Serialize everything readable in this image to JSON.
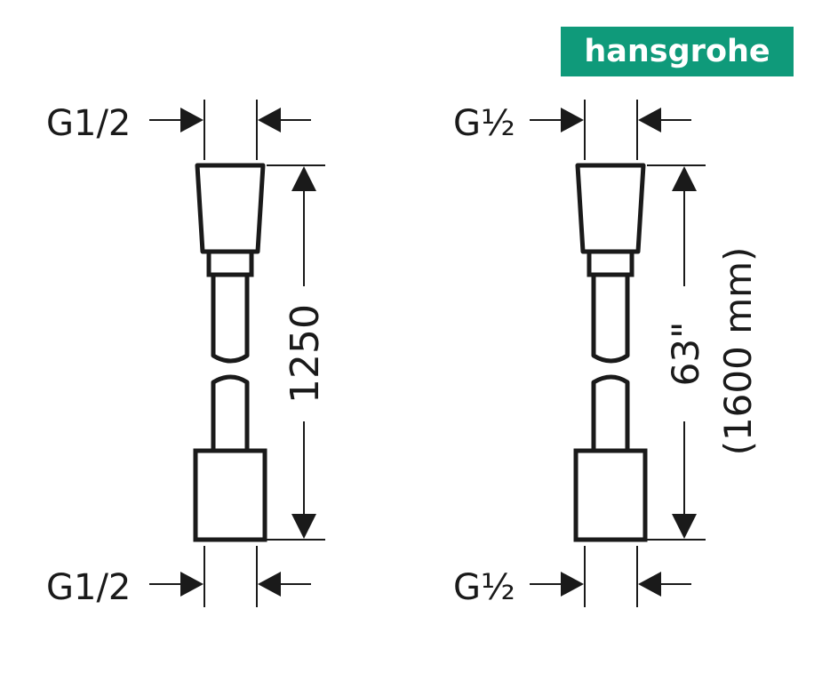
{
  "brand": {
    "logo_text": "hansgrohe",
    "logo_color": "#0f9a7a",
    "text_color": "#ffffff"
  },
  "colors": {
    "line": "#1a1a1a",
    "background": "#ffffff"
  },
  "left_drawing": {
    "top_thread_label": "G1/2",
    "bottom_thread_label": "G1/2",
    "length_label": "1250"
  },
  "right_drawing": {
    "top_thread_label": "G½",
    "bottom_thread_label": "G½",
    "length_label": "63\"",
    "length_metric_label": "(1600 mm)"
  }
}
